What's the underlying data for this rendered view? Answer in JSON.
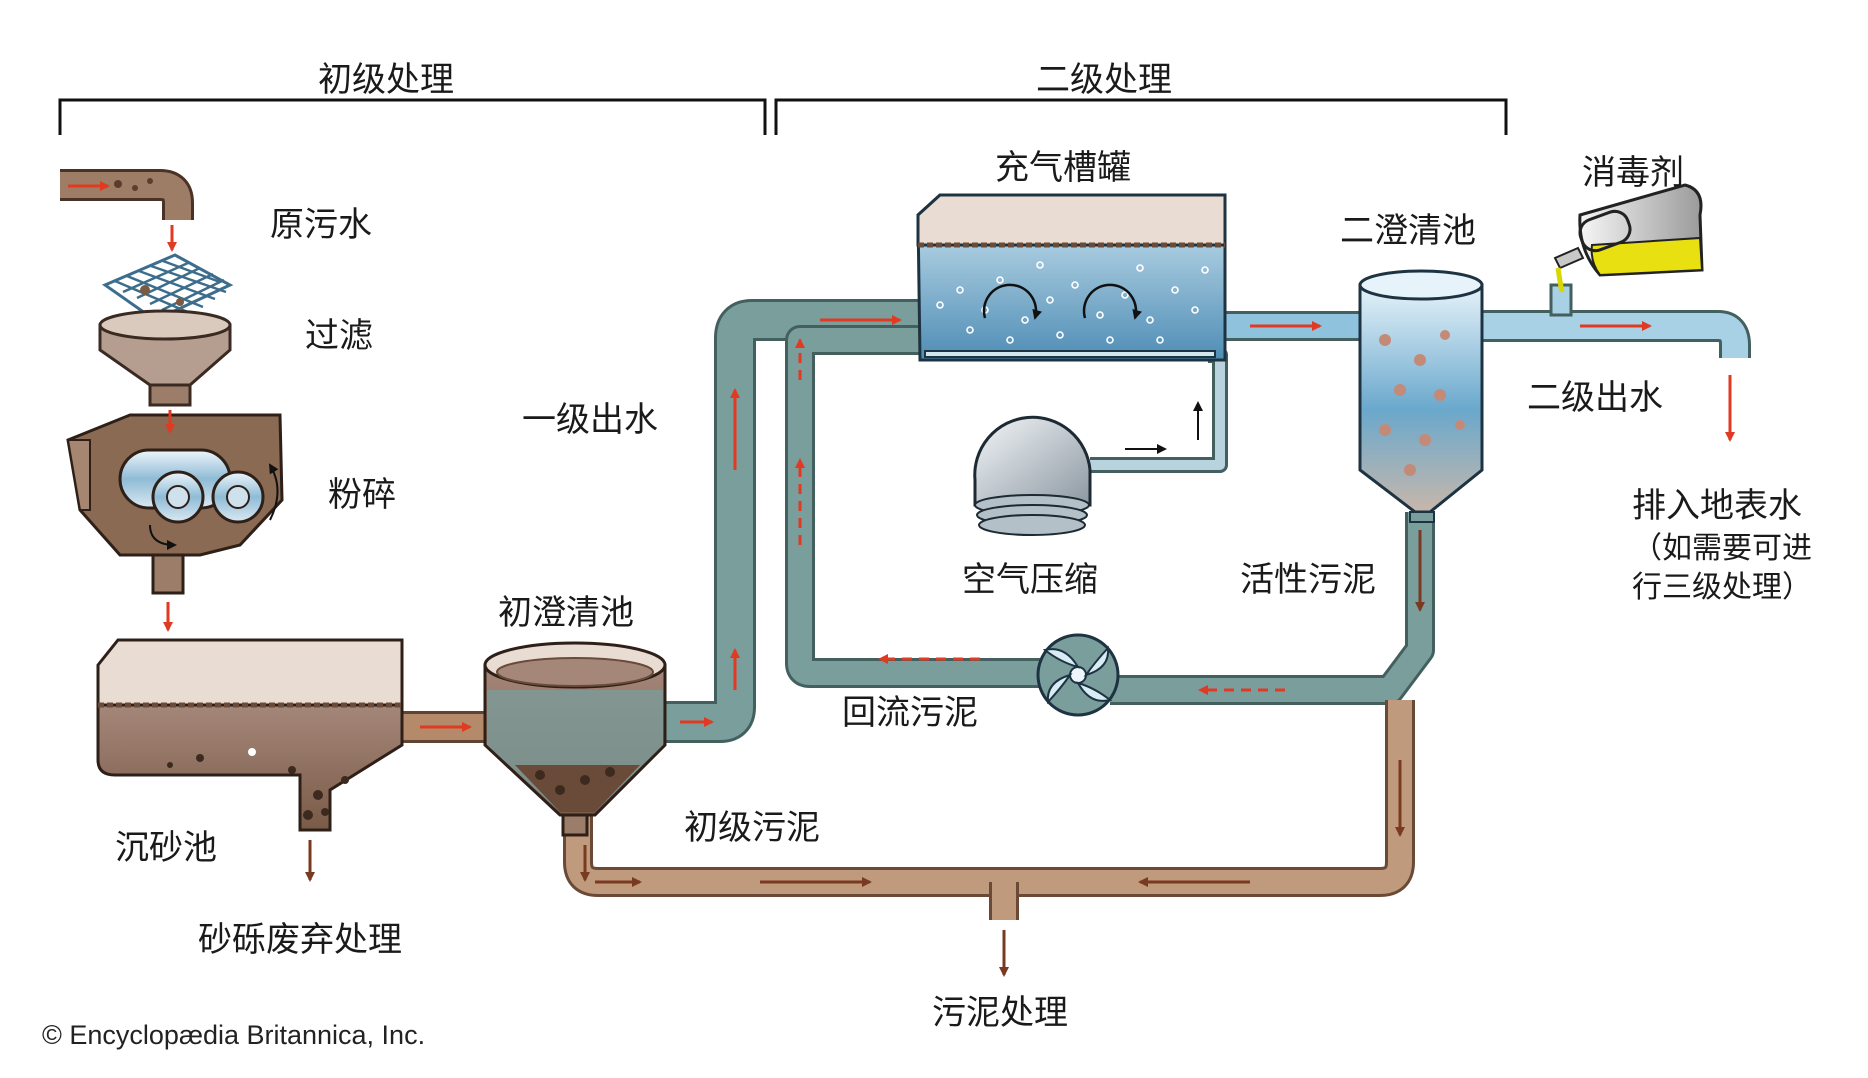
{
  "stages": {
    "primary": "初级处理",
    "secondary": "二级处理"
  },
  "labels": {
    "raw_sewage": "原污水",
    "screening": "过滤",
    "grinding": "粉碎",
    "grit_chamber": "沉砂池",
    "grit_disposal": "砂砾废弃处理",
    "primary_clarifier": "初澄清池",
    "primary_effluent": "一级出水",
    "aeration_tank": "充气槽罐",
    "air_compressor": "空气压缩",
    "secondary_clarifier": "二澄清池",
    "activated_sludge": "活性污泥",
    "return_sludge": "回流污泥",
    "primary_sludge": "初级污泥",
    "sludge_treatment": "污泥处理",
    "disinfectant": "消毒剂",
    "secondary_effluent": "二级出水",
    "discharge": "排入地表水",
    "tertiary_note_1": "（如需要可进",
    "tertiary_note_2": "行三级处理）"
  },
  "credit": "© Encyclopædia Britannica, Inc.",
  "colors": {
    "water_pipe": "#7a9e9c",
    "water_pipe_light": "#a9c7c4",
    "sludge_pipe": "#b08a6a",
    "sludge_pipe_light": "#d9b79a",
    "tank_water": "#6fa8c8",
    "sludge_brown": "#8a6a52",
    "arrow_red": "#e03a22",
    "arrow_brown": "#7a3a22",
    "disinfectant_yellow": "#e8e010"
  }
}
